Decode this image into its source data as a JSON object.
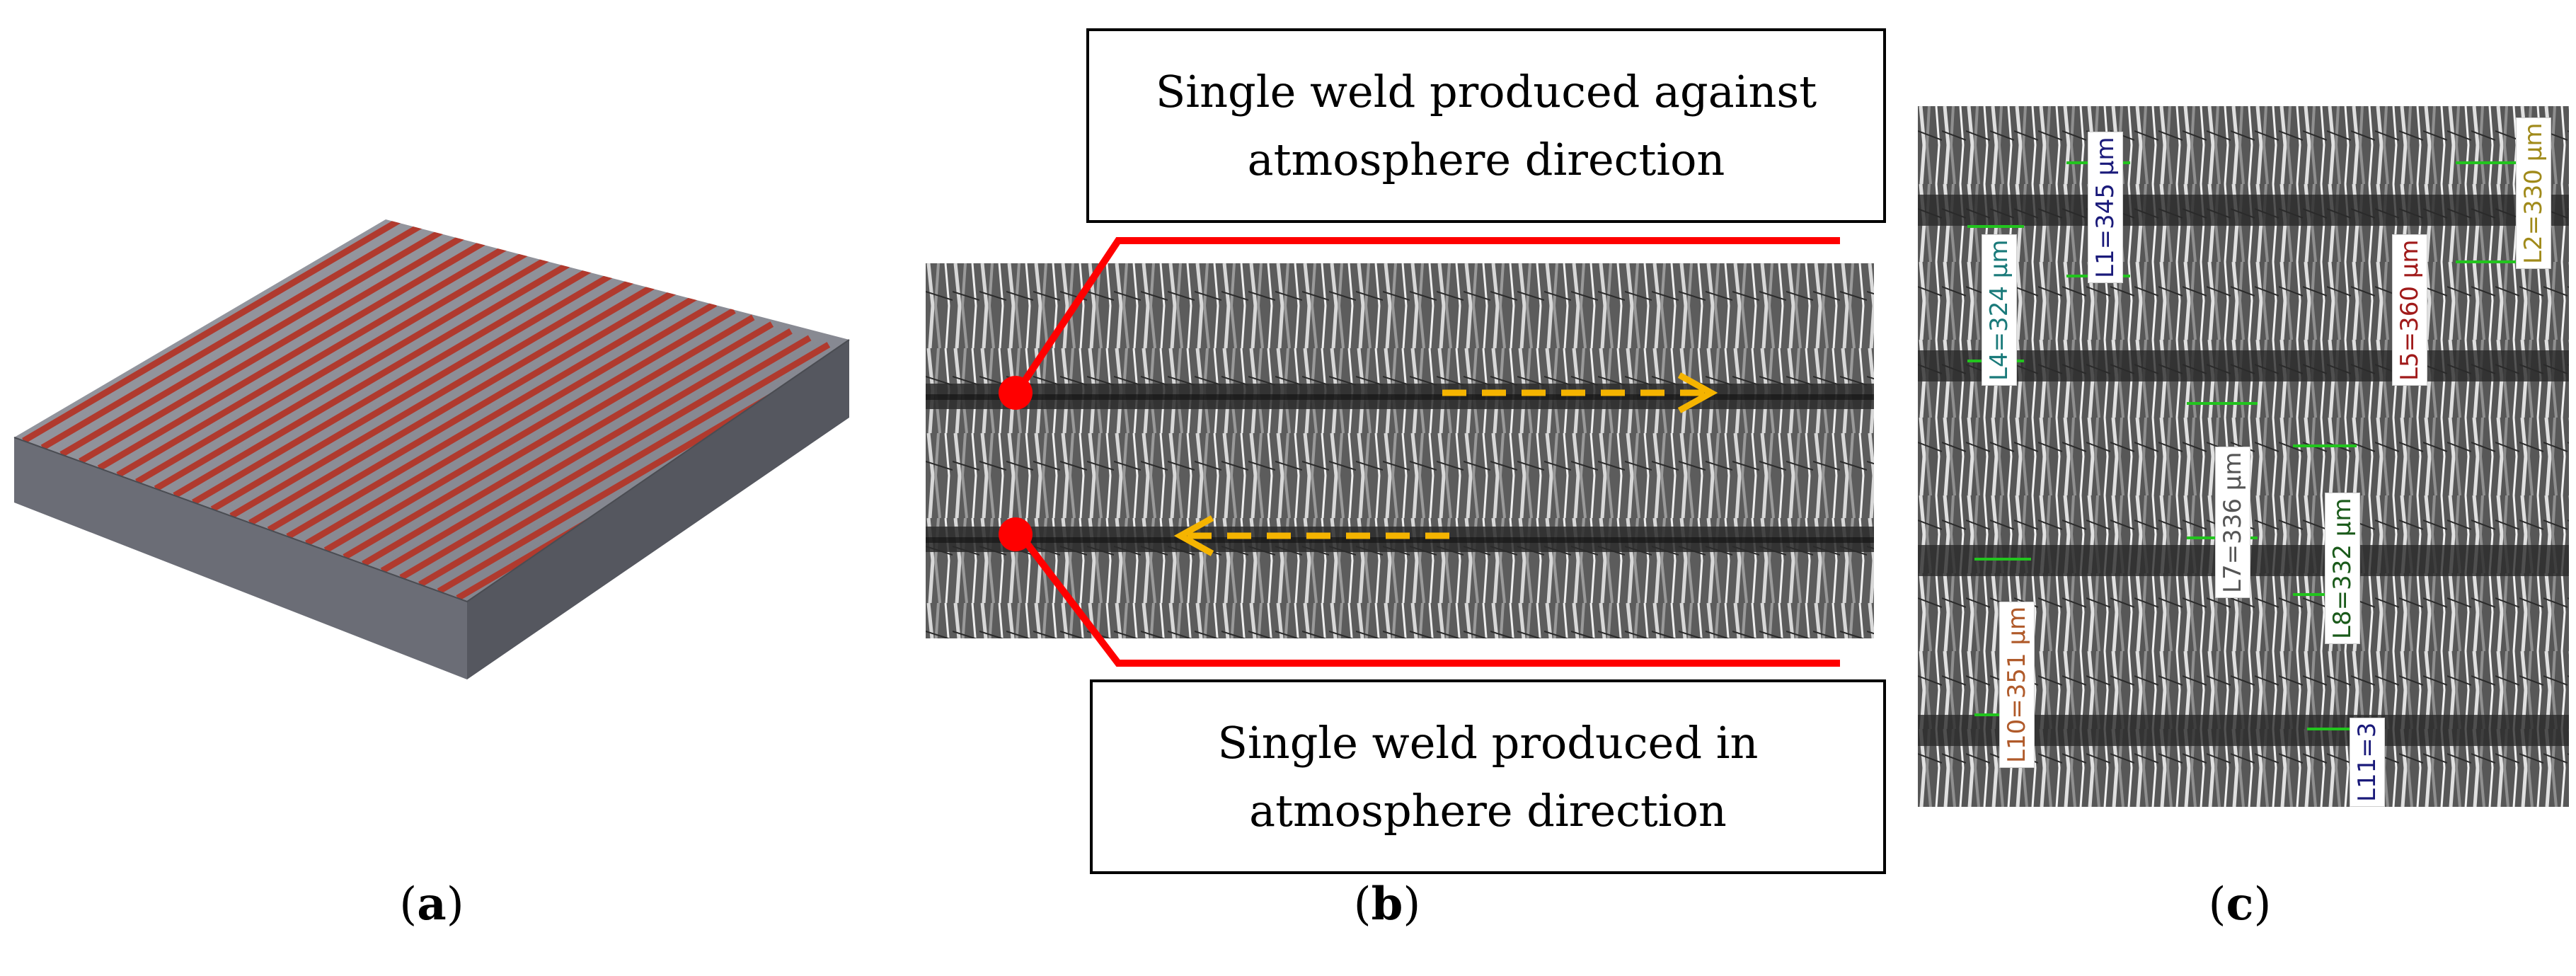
{
  "panels": {
    "a": {
      "caption_letter": "a",
      "caption_open": "(",
      "caption_close": ")",
      "stripe_color": "#b03a2e",
      "block_color": "#8a8c94"
    },
    "b": {
      "caption_letter": "b",
      "caption_open": "(",
      "caption_close": ")",
      "top_box": {
        "line1": "Single weld produced against",
        "line2": "atmosphere direction"
      },
      "bottom_box": {
        "line1": "Single weld produced in",
        "line2": "atmosphere direction"
      },
      "leader_color": "#ff0000",
      "arrow_color": "#f5b400"
    },
    "c": {
      "caption_letter": "c",
      "caption_open": "(",
      "caption_close": ")",
      "labels": [
        {
          "text": "L1=345 µm",
          "color": "#1a1a7a"
        },
        {
          "text": "L2=330 µm",
          "color": "#a08a1a"
        },
        {
          "text": "L4=324 µm",
          "color": "#1a7a7a"
        },
        {
          "text": "L5=360 µm",
          "color": "#a01a1a"
        },
        {
          "text": "L7=336 µm",
          "color": "#555555"
        },
        {
          "text": "L8=332 µm",
          "color": "#1a5a1a"
        },
        {
          "text": "L10=351 µm",
          "color": "#b05a2a"
        },
        {
          "text": "L11=3",
          "color": "#1a1a7a"
        }
      ],
      "measure_line_color": "#22c41e"
    }
  }
}
